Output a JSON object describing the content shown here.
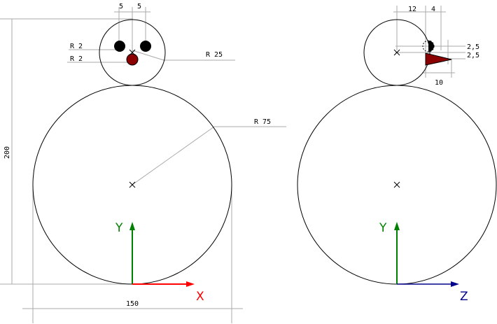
{
  "colors": {
    "y_axis": "#008000",
    "x_axis": "#ff0000",
    "z_axis": "#00008b",
    "nose": "#8b0000",
    "eye": "#000000"
  },
  "front_view": {
    "dim_eye_spacing_left": "5",
    "dim_eye_spacing_right": "5",
    "dim_eye_radius": "R 2",
    "dim_nose_radius": "R 2",
    "dim_head_radius": "R 25",
    "dim_body_radius": "R 75",
    "dim_height": "200",
    "dim_width": "150",
    "axis_y": "Y",
    "axis_x": "X"
  },
  "side_view": {
    "dim_12": "12",
    "dim_4": "4",
    "dim_2_5_a": "2,5",
    "dim_2_5_b": "2,5",
    "dim_10": "10",
    "axis_y": "Y",
    "axis_z": "Z"
  }
}
